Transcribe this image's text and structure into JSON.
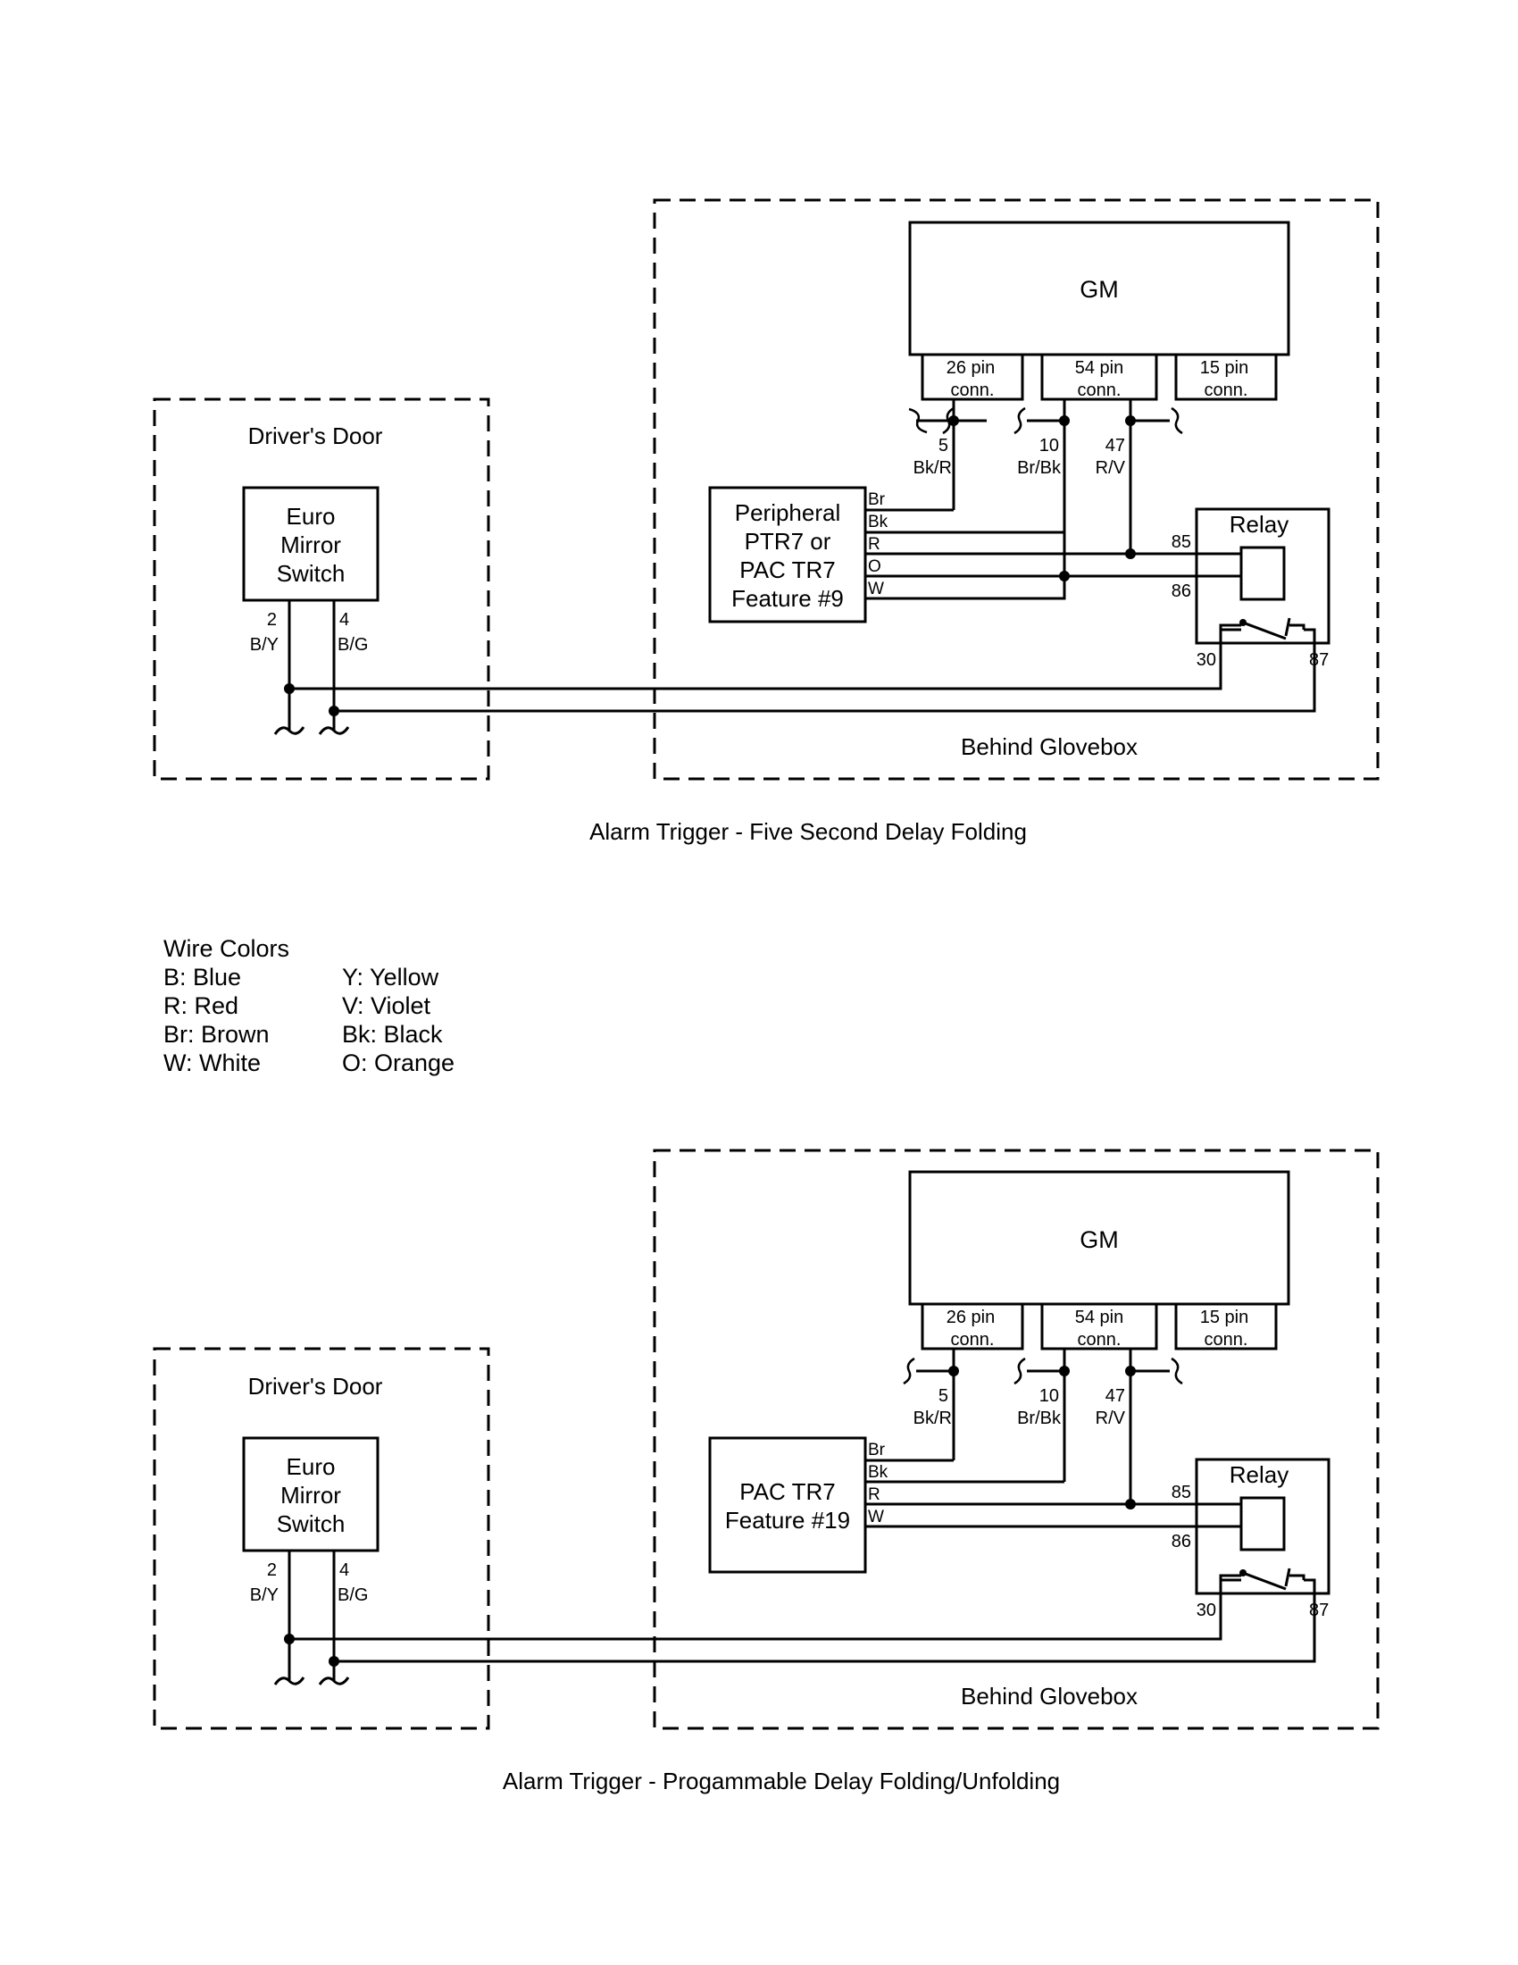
{
  "diagrams": [
    {
      "caption": "Alarm Trigger - Five Second Delay Folding",
      "drivers_door": {
        "title": "Driver's Door",
        "switch_lines": [
          "Euro",
          "Mirror",
          "Switch"
        ],
        "pins": [
          {
            "num": "2",
            "color": "B/Y"
          },
          {
            "num": "4",
            "color": "B/G"
          }
        ]
      },
      "glovebox": {
        "title": "Behind Glovebox",
        "gm": {
          "label": "GM",
          "connectors": [
            {
              "top": "26 pin",
              "bottom": "conn."
            },
            {
              "top": "54 pin",
              "bottom": "conn."
            },
            {
              "top": "15 pin",
              "bottom": "conn."
            }
          ]
        },
        "gm_pins": [
          {
            "num": "5",
            "color": "Bk/R"
          },
          {
            "num": "10",
            "color": "Br/Bk"
          },
          {
            "num": "47",
            "color": "R/V"
          }
        ],
        "module_lines": [
          "Peripheral",
          "PTR7 or",
          "PAC TR7",
          "Feature #9"
        ],
        "module_wires": [
          "Br",
          "Bk",
          "R",
          "O",
          "W"
        ],
        "relay": {
          "label": "Relay",
          "terminals": [
            "85",
            "86",
            "30",
            "87"
          ]
        }
      }
    },
    {
      "caption": "Alarm Trigger - Progammable Delay Folding/Unfolding",
      "drivers_door": {
        "title": "Driver's Door",
        "switch_lines": [
          "Euro",
          "Mirror",
          "Switch"
        ],
        "pins": [
          {
            "num": "2",
            "color": "B/Y"
          },
          {
            "num": "4",
            "color": "B/G"
          }
        ]
      },
      "glovebox": {
        "title": "Behind Glovebox",
        "gm": {
          "label": "GM",
          "connectors": [
            {
              "top": "26 pin",
              "bottom": "conn."
            },
            {
              "top": "54 pin",
              "bottom": "conn."
            },
            {
              "top": "15 pin",
              "bottom": "conn."
            }
          ]
        },
        "gm_pins": [
          {
            "num": "5",
            "color": "Bk/R"
          },
          {
            "num": "10",
            "color": "Br/Bk"
          },
          {
            "num": "47",
            "color": "R/V"
          }
        ],
        "module_lines": [
          "PAC TR7",
          "Feature #19"
        ],
        "module_wires": [
          "Br",
          "Bk",
          "R",
          "W"
        ],
        "relay": {
          "label": "Relay",
          "terminals": [
            "85",
            "86",
            "30",
            "87"
          ]
        }
      }
    }
  ],
  "legend": {
    "title": "Wire Colors",
    "left": [
      "B: Blue",
      "R: Red",
      "Br: Brown",
      "W: White"
    ],
    "right": [
      "Y: Yellow",
      "V: Violet",
      "Bk: Black",
      "O: Orange"
    ]
  }
}
